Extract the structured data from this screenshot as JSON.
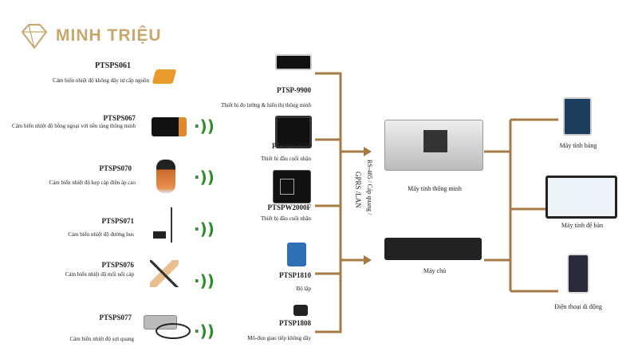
{
  "brand": {
    "name": "MINH TRIỆU",
    "color": "#c9a66b"
  },
  "line_color": "#a47b45",
  "sensors": [
    {
      "code": "PTSPS061",
      "desc": "Cảm biến nhiệt độ không dây tự cấp nguồn"
    },
    {
      "code": "PTSPS067",
      "desc": "Cảm biến nhiệt độ hồng ngoại với nền tảng thông minh"
    },
    {
      "code": "PTSPS070",
      "desc": "Cảm biến nhiệt độ kẹp cáp điện áp cao"
    },
    {
      "code": "PTSPS071",
      "desc": "Cảm biến nhiệt độ đường bus"
    },
    {
      "code": "PTSPS076",
      "desc": "Cảm biến nhiệt độ mối nối cáp"
    },
    {
      "code": "PTSPS077",
      "desc": "Cảm biến nhiệt độ sợi quang"
    }
  ],
  "devices": [
    {
      "code": "PTSP-9900",
      "desc": "Thiết bị đo lường & hiển thị thông minh"
    },
    {
      "code": "PTSPW2100",
      "desc": "Thiết bị đầu cuối nhận"
    },
    {
      "code": "PTSPW2000F",
      "desc": "Thiết bị đầu cuối nhận"
    },
    {
      "code": "PTSP1810",
      "desc": "Bộ lặp"
    },
    {
      "code": "PTSP1808",
      "desc": "Mô-đun giao tiếp không dây"
    }
  ],
  "link": {
    "line1": "RS-485   / Cáp quang /",
    "line2": "GPRS /LAN"
  },
  "centers": {
    "pc": "Máy tính thông minh",
    "server": "Máy chủ"
  },
  "clients": {
    "tablet": "Máy tính bảng",
    "desktop": "Máy tính để bàn",
    "phone": "Điện thoại di động"
  }
}
